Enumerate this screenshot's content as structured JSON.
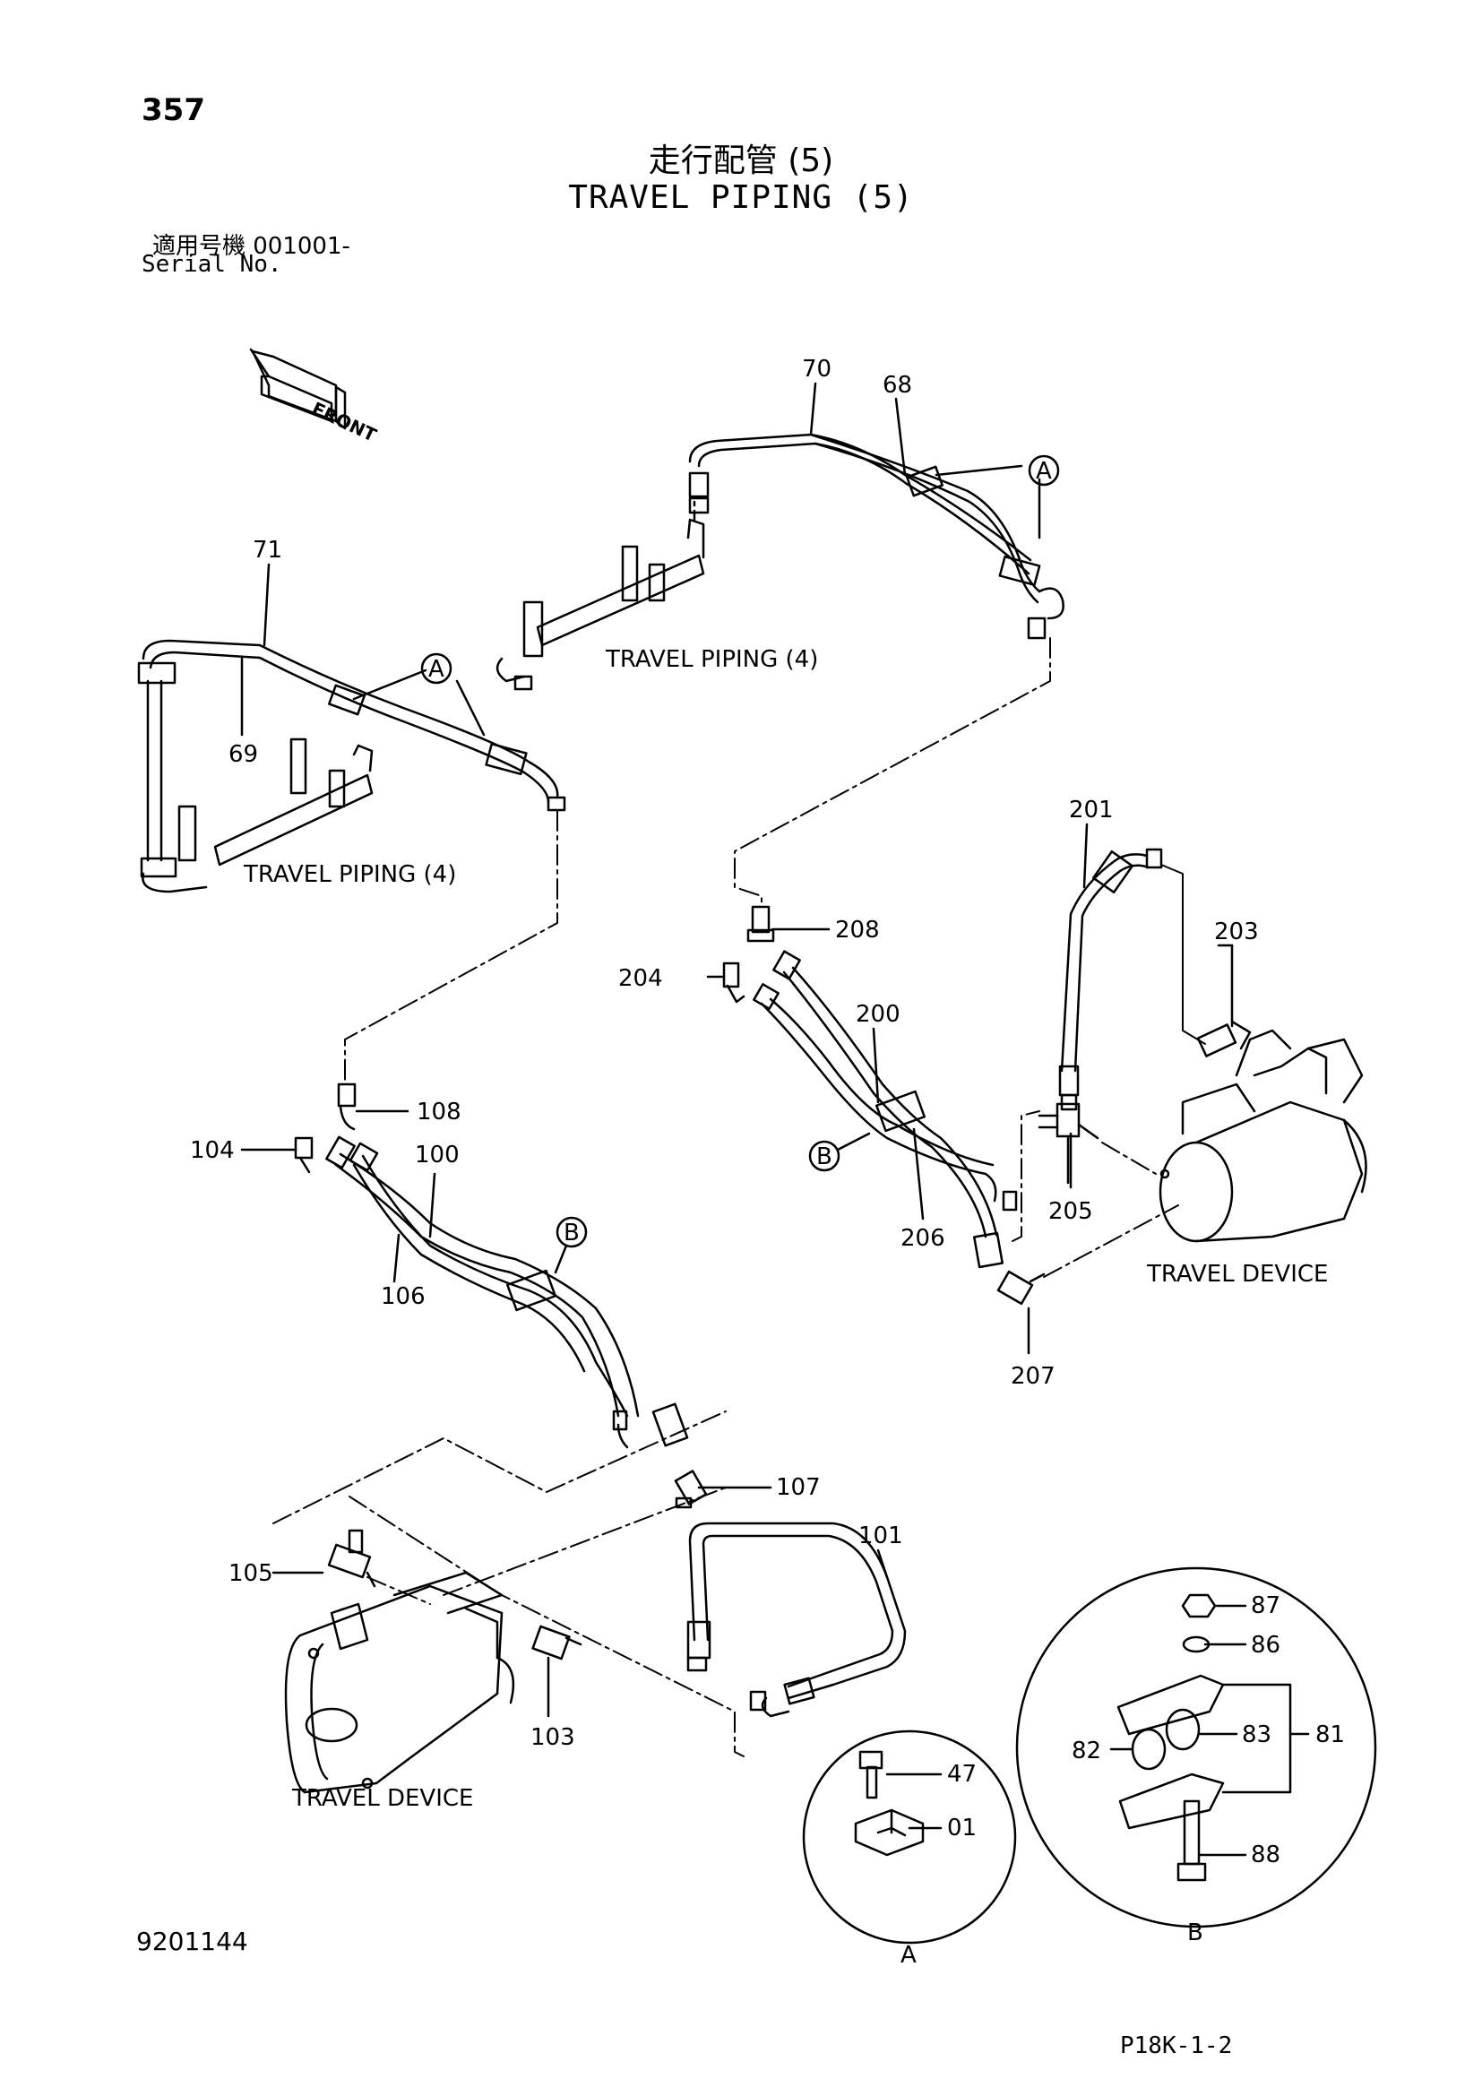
{
  "header": {
    "page_number": "357",
    "title_jp": "走行配管 (5)",
    "title_en": "TRAVEL PIPING (5)",
    "serial_label_jp": "適用号機  001001-",
    "serial_label_en": "Serial No."
  },
  "diagram": {
    "front_label": "FRONT",
    "ref_labels": {
      "travel_piping_4_upper": "TRAVEL PIPING (4)",
      "travel_piping_4_left": "TRAVEL PIPING (4)",
      "travel_device_right": "TRAVEL DEVICE",
      "travel_device_left": "TRAVEL DEVICE"
    },
    "view_markers": {
      "a_upper": "A",
      "a_left": "A",
      "b_right": "B",
      "b_left": "B",
      "detail_a": "A",
      "detail_b": "B"
    },
    "part_numbers": {
      "p70": "70",
      "p68": "68",
      "p71": "71",
      "p69": "69",
      "p201": "201",
      "p203": "203",
      "p208": "208",
      "p204": "204",
      "p200": "200",
      "p205": "205",
      "p206": "206",
      "p207": "207",
      "p108": "108",
      "p104": "104",
      "p100": "100",
      "p106": "106",
      "p107": "107",
      "p101": "101",
      "p105": "105",
      "p103": "103",
      "p47": "47",
      "p01": "01",
      "p87": "87",
      "p86": "86",
      "p81": "81",
      "p82": "82",
      "p83": "83",
      "p88": "88"
    }
  },
  "footer": {
    "doc_id": "9201144",
    "page_code": "P18K-1-2"
  },
  "colors": {
    "ink": "#000000",
    "paper": "#ffffff"
  }
}
